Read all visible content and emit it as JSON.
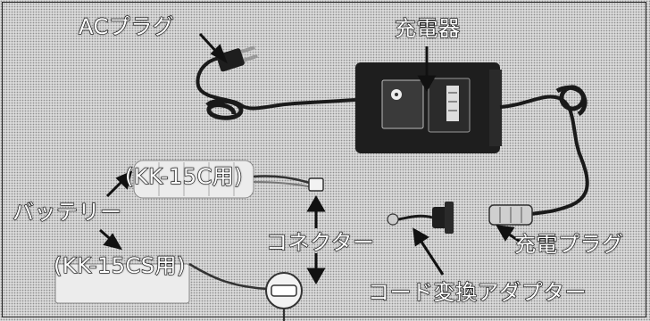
{
  "labels": {
    "ac_plug": "ACプラグ",
    "charger": "充電器",
    "battery_15c": "(KK-15C用)",
    "battery": "バッテリー",
    "battery_15cs": "(KK-15CS用)",
    "connector": "コネクター",
    "charge_plug": "充電プラグ",
    "adapter": "コード変換アダプター"
  },
  "colors": {
    "background": "#d9d9d9",
    "device": "#1e1e1e",
    "label_text": "#ffffff",
    "label_outline": "#111111"
  }
}
